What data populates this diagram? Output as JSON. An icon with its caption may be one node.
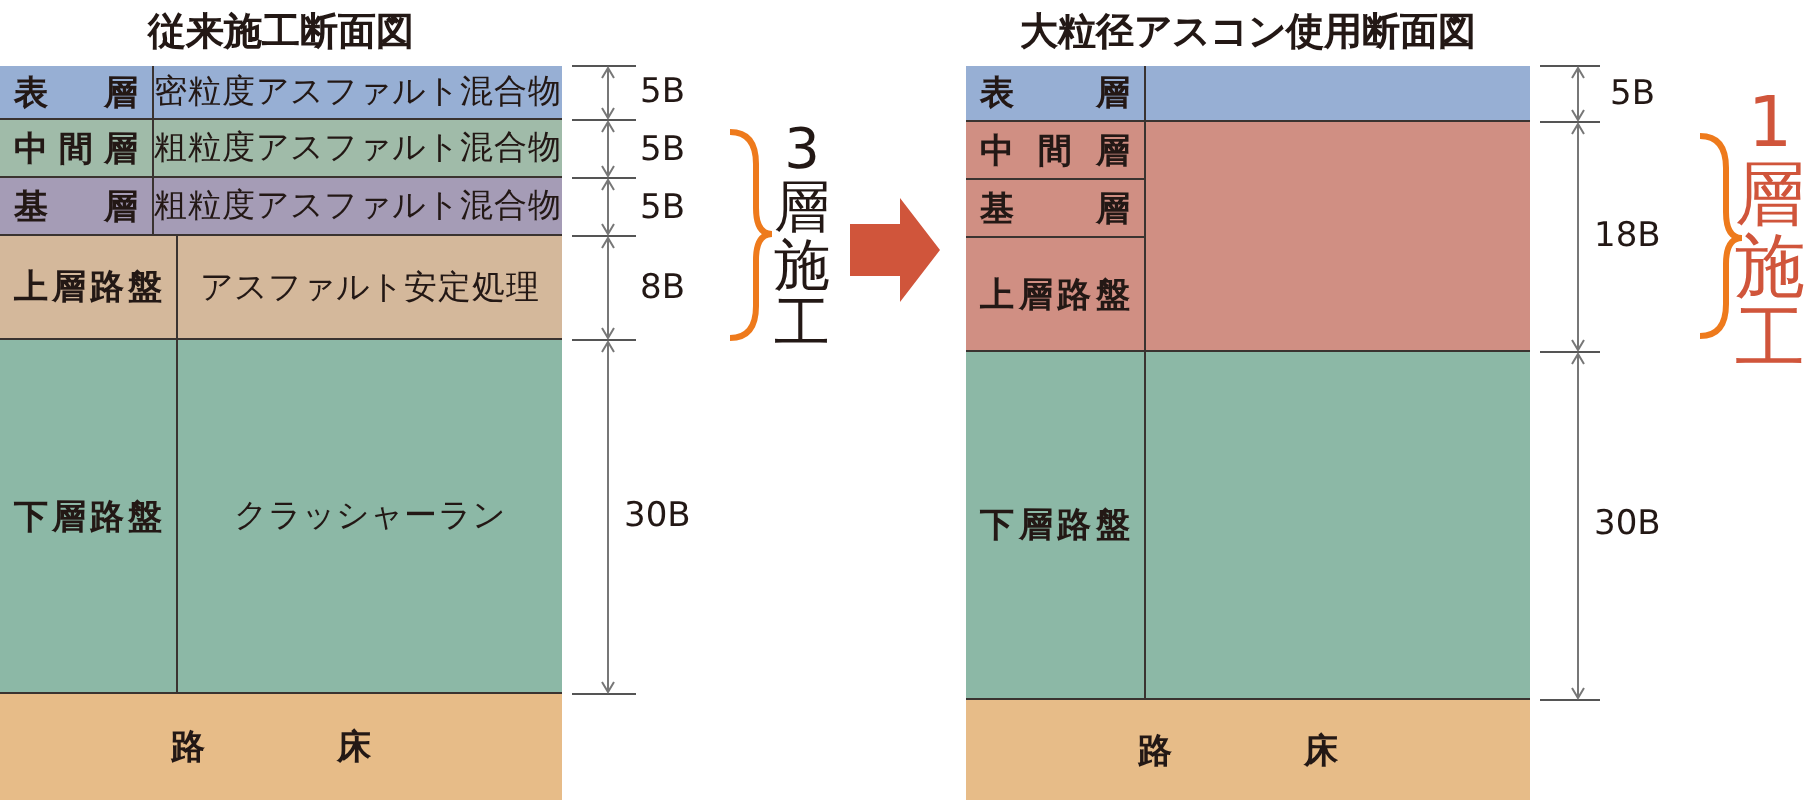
{
  "diagram": {
    "nodes": [
      {
        "text": [
          "従来施工断面図"
        ]
      },
      {
        "text": [
          "表層",
          "密粒度アスファルト混合物"
        ],
        "beside": [
          "5B"
        ],
        "in": 0
      },
      {
        "text": [
          "中間層",
          "粗粒度アスファルト混合物"
        ],
        "beside": [
          "5B"
        ],
        "in": 0
      },
      {
        "text": [
          "基層",
          "粗粒度アスファルト混合物"
        ],
        "beside": [
          "5B"
        ],
        "in": 0
      },
      {
        "text": [
          "上層路盤",
          "アスファルト安定処理"
        ],
        "beside": [
          "8B"
        ],
        "in": 0
      },
      {
        "text": [
          "下層路盤",
          "クラッシャーラン"
        ],
        "beside": [
          "30B"
        ],
        "in": 0
      },
      {
        "text": [
          "路床"
        ],
        "in": 0
      },
      {
        "text": [
          "大粒径アスコン使用断面図"
        ]
      },
      {
        "text": [
          "表層"
        ],
        "beside": [
          "5B"
        ],
        "in": 7
      },
      {
        "text": [],
        "shape": "box",
        "beside": [
          "18B"
        ],
        "in": 7
      },
      {
        "text": [
          "中間層"
        ],
        "in": 9
      },
      {
        "text": [
          "基層"
        ],
        "in": 9
      },
      {
        "text": [
          "上層路盤"
        ],
        "in": 9
      },
      {
        "text": [
          "下層路盤"
        ],
        "beside": [
          "30B"
        ],
        "in": 7
      },
      {
        "text": [
          "路床"
        ],
        "in": 7
      }
    ],
    "edges": [
      {
        "from": 0,
        "to": 7,
        "arrow": "to",
        "style": "thick",
        "color": "#d0553b"
      }
    ],
    "labels": [
      "3層施工",
      "1層施工"
    ]
  }
}
